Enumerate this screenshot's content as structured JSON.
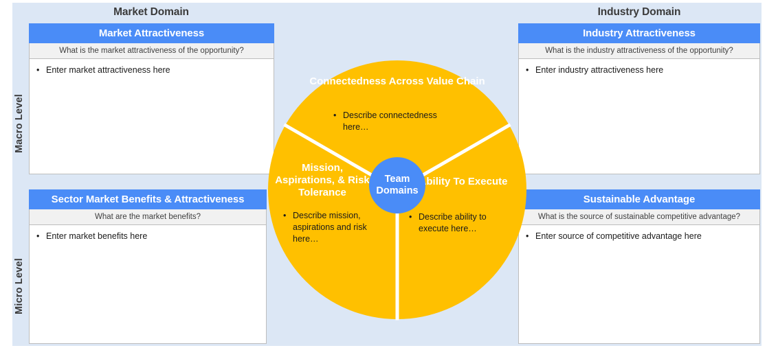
{
  "domains": {
    "market_title": "Market Domain",
    "industry_title": "Industry Domain"
  },
  "levels": {
    "macro": "Macro Level",
    "micro": "Micro Level"
  },
  "cards": {
    "market_attractiveness": {
      "header": "Market Attractiveness",
      "subtitle": "What is the market attractiveness of the opportunity?",
      "bullet_marker": "•",
      "bullet": "Enter market attractiveness here"
    },
    "industry_attractiveness": {
      "header": "Industry Attractiveness",
      "subtitle": "What is the industry attractiveness of the opportunity?",
      "bullet_marker": "•",
      "bullet": "Enter industry attractiveness here"
    },
    "sector_benefits": {
      "header": "Sector Market Benefits & Attractiveness",
      "subtitle": "What are the market benefits?",
      "bullet_marker": "•",
      "bullet": "Enter market benefits here"
    },
    "sustainable_advantage": {
      "header": "Sustainable Advantage",
      "subtitle": "What is the source of sustainable competitive advantage?",
      "bullet_marker": "•",
      "bullet": "Enter source of competitive advantage here"
    }
  },
  "pie": {
    "hub_line1": "Team",
    "hub_line2": "Domains",
    "sectors": [
      {
        "label": "Connectedness Across Value Chain",
        "bullet_marker": "•",
        "bullet": "Describe connectedness here…"
      },
      {
        "label": "Mission, Aspirations, & Risk Tolerance",
        "bullet_marker": "•",
        "bullet": "Describe mission, aspirations and risk here…"
      },
      {
        "label": "Ability To Execute",
        "bullet_marker": "•",
        "bullet": "Describe ability to execute here…"
      }
    ]
  },
  "colors": {
    "background": "#dce7f5",
    "header_blue": "#4a8cf7",
    "pie_orange": "#ffc000",
    "subtitle_gray": "#f1f1f1",
    "text_dark": "#3a3a3a"
  }
}
